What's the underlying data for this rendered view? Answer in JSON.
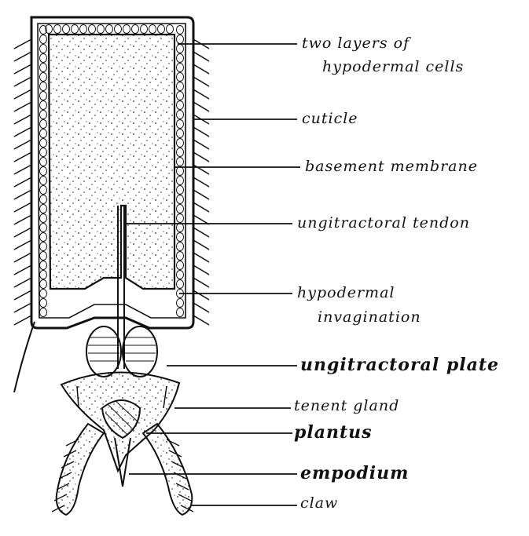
{
  "colors": {
    "ink": "#111111",
    "paper": "#ffffff",
    "fill_inner": "#f4f1ea"
  },
  "labels": {
    "hypodermal_cells": [
      "two layers of",
      "hypodermal cells"
    ],
    "cuticle": "cuticle",
    "basement_membrane": "basement membrane",
    "tendon": "ungitractoral tendon",
    "invagination": [
      "hypodermal",
      "invagination"
    ],
    "plate": "ungitractoral plate",
    "tenent_gland": "tenent gland",
    "plantus": "plantus",
    "empodium": "empodium",
    "claw": "claw"
  }
}
